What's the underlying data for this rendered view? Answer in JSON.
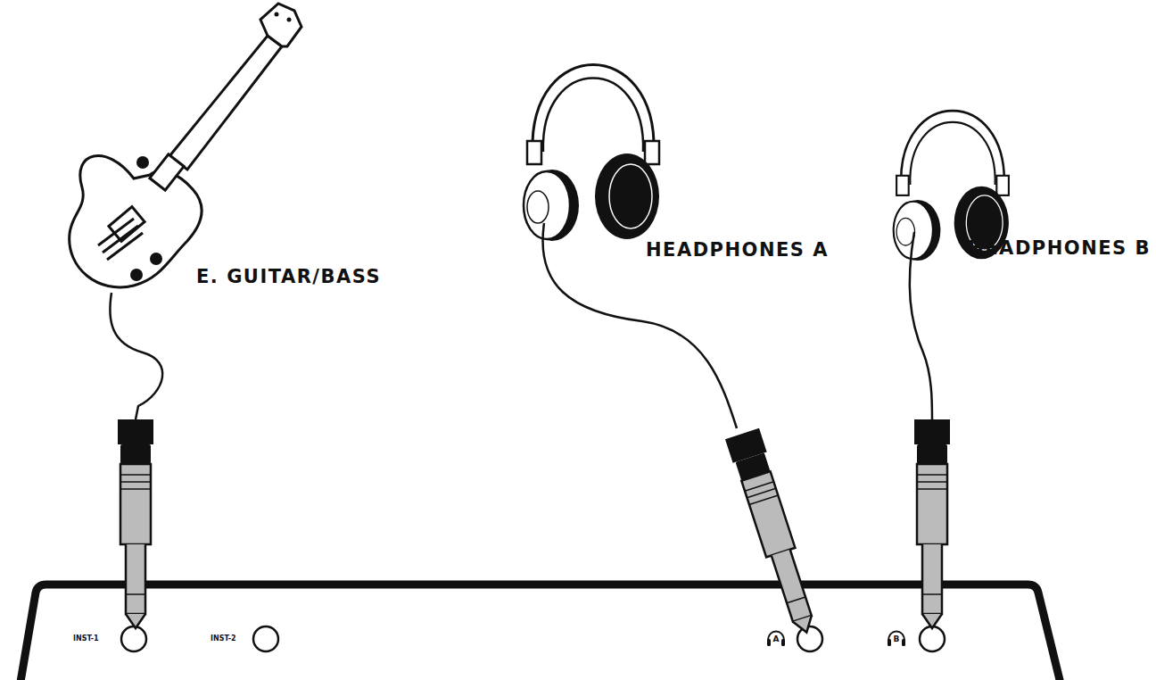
{
  "diagram": {
    "labels": [
      "E. GUITAR/BASS",
      "HEADPHONES A",
      "HEADPHONES B",
      "INST-1",
      "INST-2",
      "A",
      "B"
    ]
  }
}
